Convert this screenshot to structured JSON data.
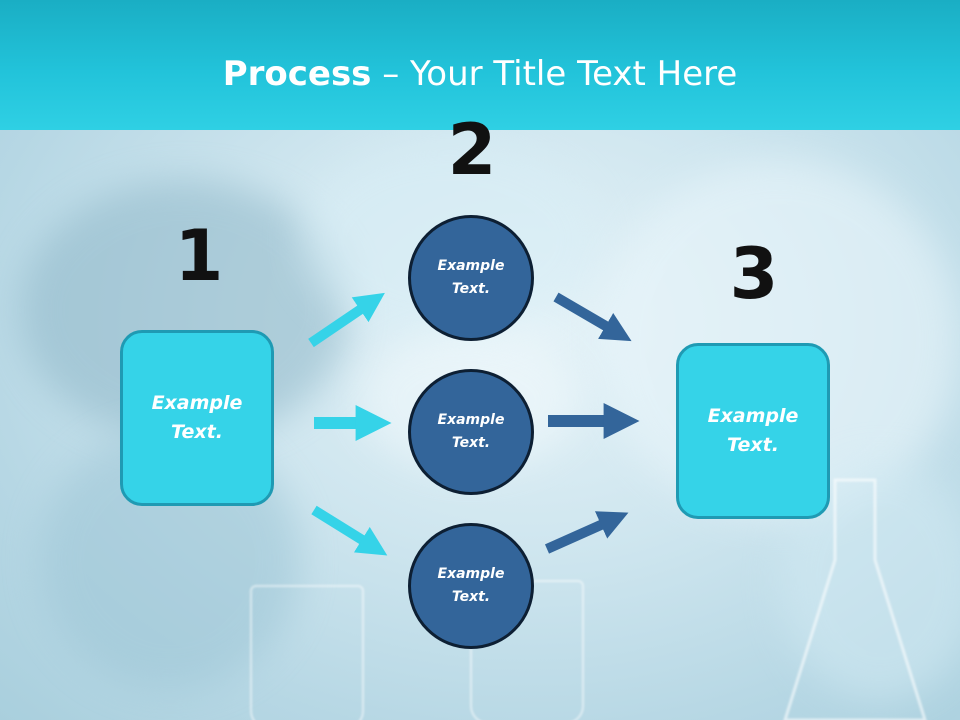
{
  "title": {
    "bold": "Process",
    "rest": " – Your Title Text Here"
  },
  "steps": [
    {
      "number": "1",
      "box": {
        "line1": "Example",
        "line2": "Text."
      }
    },
    {
      "number": "2",
      "circles": [
        {
          "line1": "Example",
          "line2": "Text."
        },
        {
          "line1": "Example",
          "line2": "Text."
        },
        {
          "line1": "Example",
          "line2": "Text."
        }
      ]
    },
    {
      "number": "3",
      "box": {
        "line1": "Example",
        "line2": "Text."
      }
    }
  ],
  "colors": {
    "header": "#22c3da",
    "box_fill": "#35d3e8",
    "circle_fill": "#33659a",
    "arrow_light": "#35d3e8",
    "arrow_dark": "#33659a"
  },
  "icons": {
    "arrows": "right-arrow-icon"
  }
}
